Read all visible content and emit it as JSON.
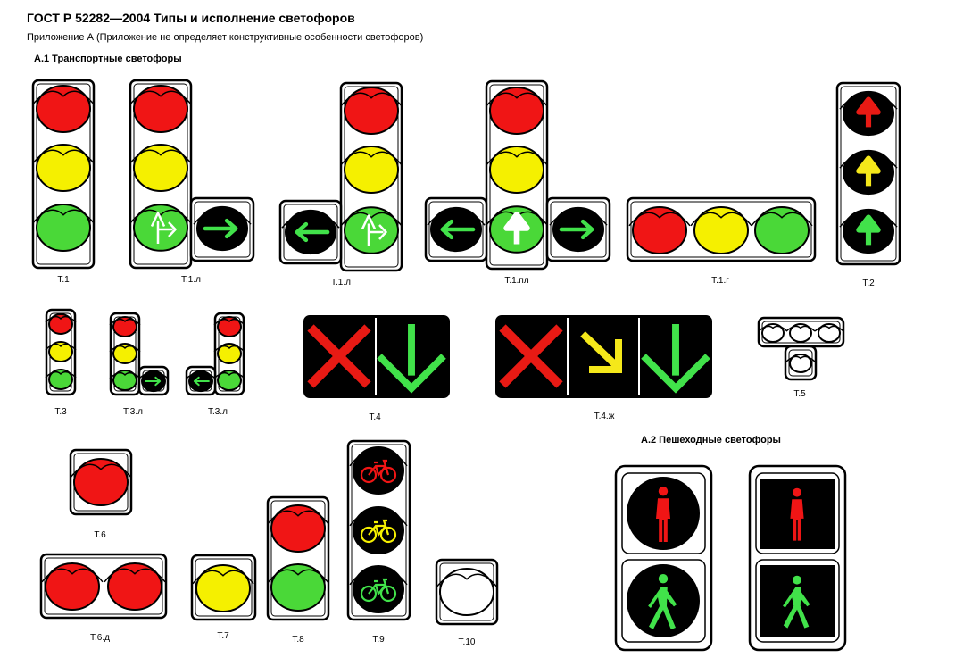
{
  "header": {
    "title": "ГОСТ Р 52282—2004  Типы и исполнение светофоров",
    "subtitle": "Приложение А   (Приложение не определяет конструктивные особенности светофоров)"
  },
  "sections": {
    "transport": "А.1 Транспортные светофоры",
    "pedestrian": "А.2 Пешеходные светофоры"
  },
  "labels": {
    "t1": "Т.1",
    "t1l_a": "Т.1.л",
    "t1l_b": "Т.1.л",
    "t1pl": "Т.1.пл",
    "t1g": "Т.1.г",
    "t2": "Т.2",
    "t3": "Т.3",
    "t3l_a": "Т.3.л",
    "t3l_b": "Т.3.л",
    "t4": "Т.4",
    "t4zh": "Т.4.ж",
    "t5": "Т.5",
    "t6": "Т.6",
    "t6d": "Т.6.д",
    "t7": "Т.7",
    "t8": "Т.8",
    "t9": "Т.9",
    "t10": "Т.10"
  },
  "colors": {
    "red": "#f01515",
    "yellow": "#f5f000",
    "green": "#4ad838",
    "black": "#000000",
    "arrow_green": "#41e24a",
    "cross_red": "#e81a14",
    "arrow_yellow": "#f5e81a"
  }
}
